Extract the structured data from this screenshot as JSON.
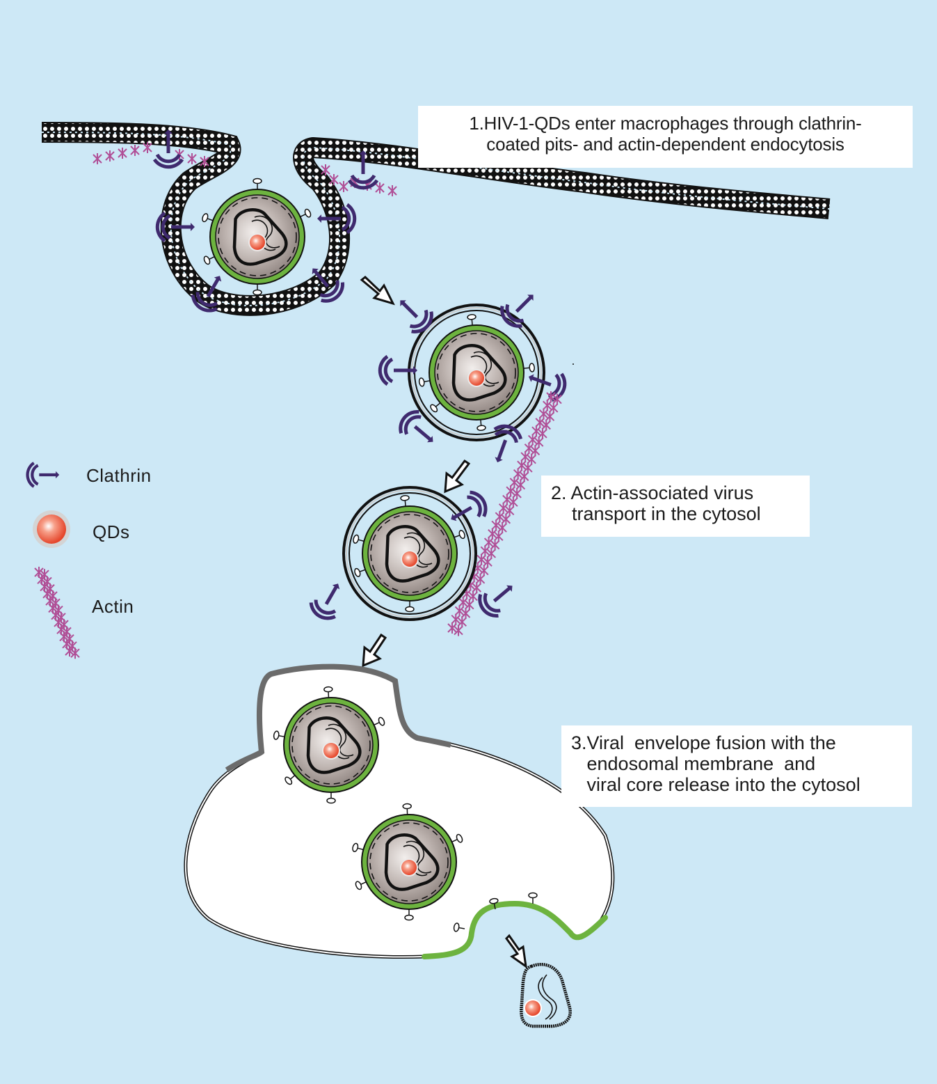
{
  "figure": {
    "type": "schematic",
    "subject": "HIV-1-QDs entry pathway into macrophages"
  },
  "steps": [
    {
      "lines": [
        "1.HIV-1-QDs enter macrophages through clathrin-",
        "coated pits- and actin-dependent endocytosis"
      ]
    },
    {
      "lines": [
        "2. Actin-associated virus",
        "    transport in the cytosol"
      ]
    },
    {
      "lines": [
        "3.Viral  envelope fusion with the",
        "   endosomal membrane  and",
        "   viral core release into the cytosol"
      ]
    }
  ],
  "legend": {
    "items": [
      {
        "label": "Clathrin",
        "icon": "clathrin-icon"
      },
      {
        "label": "QDs",
        "icon": "quantum-dot-icon"
      },
      {
        "label": "Actin",
        "icon": "actin-filament-icon"
      }
    ]
  },
  "colors": {
    "background": "#cde8f6",
    "clathrin": "#3f2a6e",
    "actin": "#b04f96",
    "envelope": "#6db33f",
    "qd": "#ef5a3c",
    "capsid": "#1a1a1a",
    "endosome_fill": "#ffffff",
    "membrane_gray": "#6b6b6b"
  }
}
